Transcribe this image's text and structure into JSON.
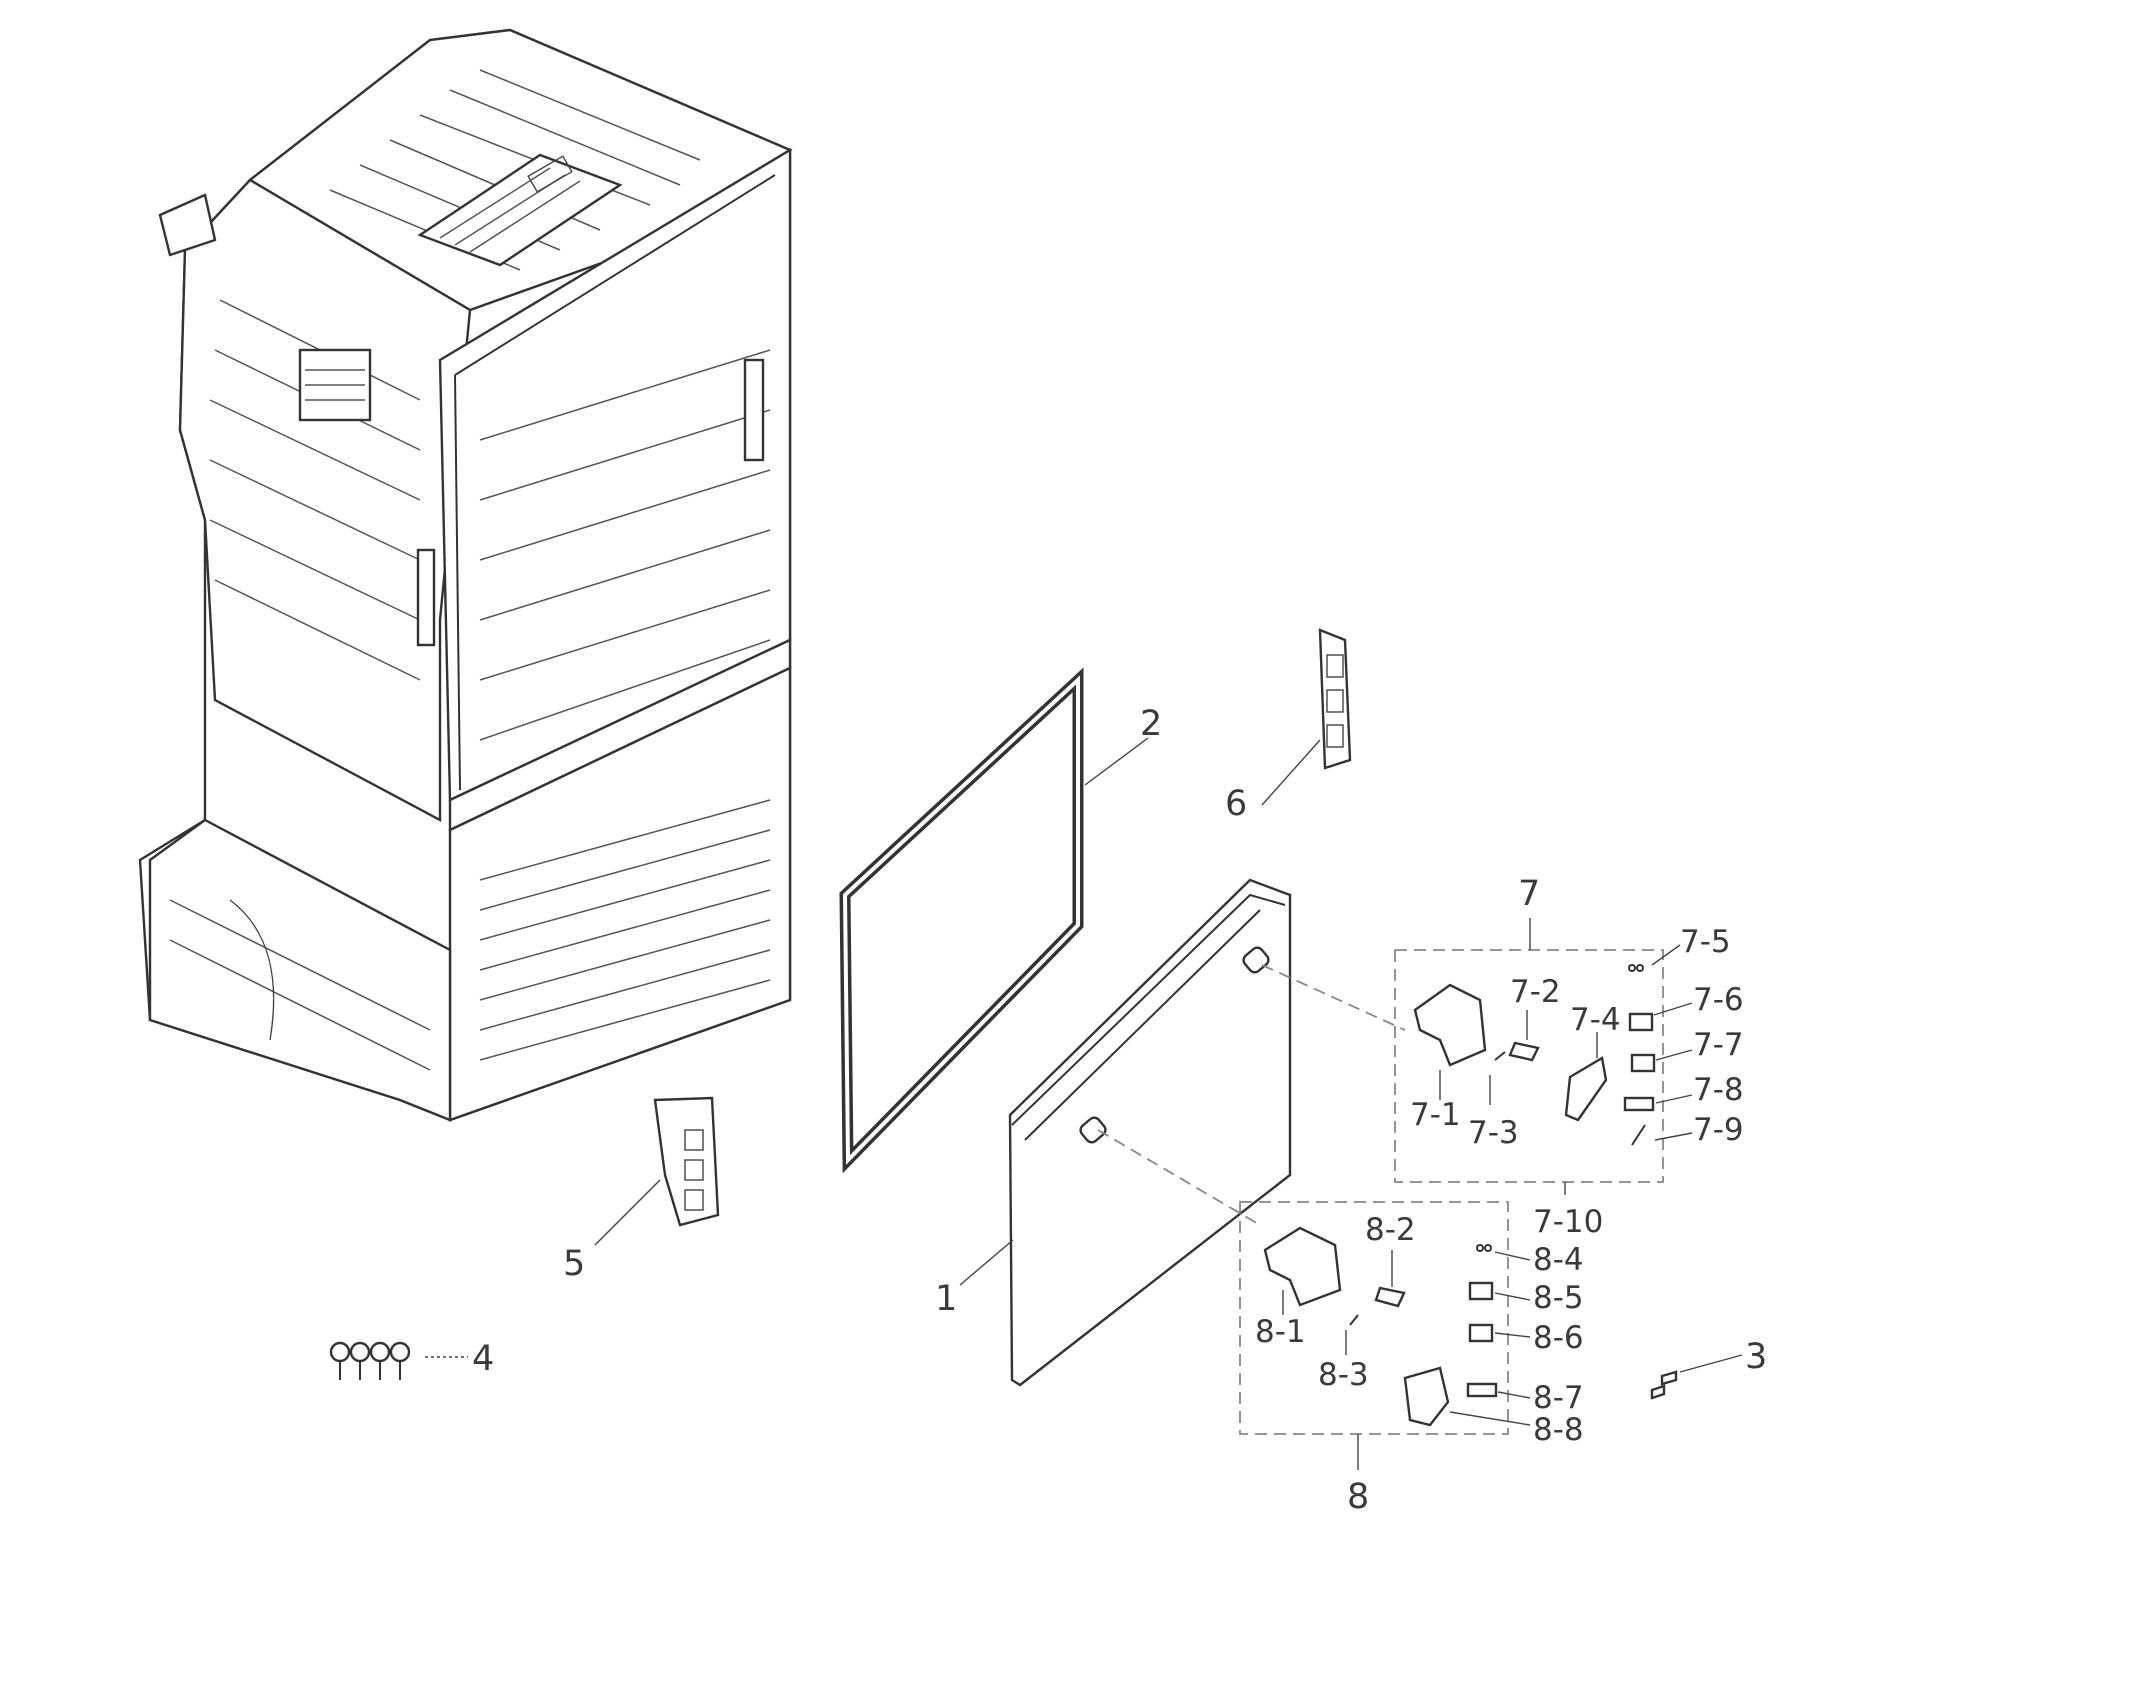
{
  "callouts": {
    "c1": "1",
    "c2": "2",
    "c3": "3",
    "c4": "4",
    "c5": "5",
    "c6": "6",
    "c7": "7",
    "c7_1": "7-1",
    "c7_2": "7-2",
    "c7_3": "7-3",
    "c7_4": "7-4",
    "c7_5": "7-5",
    "c7_6": "7-6",
    "c7_7": "7-7",
    "c7_8": "7-8",
    "c7_9": "7-9",
    "c7_10": "7-10",
    "c8": "8",
    "c8_1": "8-1",
    "c8_2": "8-2",
    "c8_3": "8-3",
    "c8_4": "8-4",
    "c8_5": "8-5",
    "c8_6": "8-6",
    "c8_7": "8-7",
    "c8_8": "8-8"
  }
}
